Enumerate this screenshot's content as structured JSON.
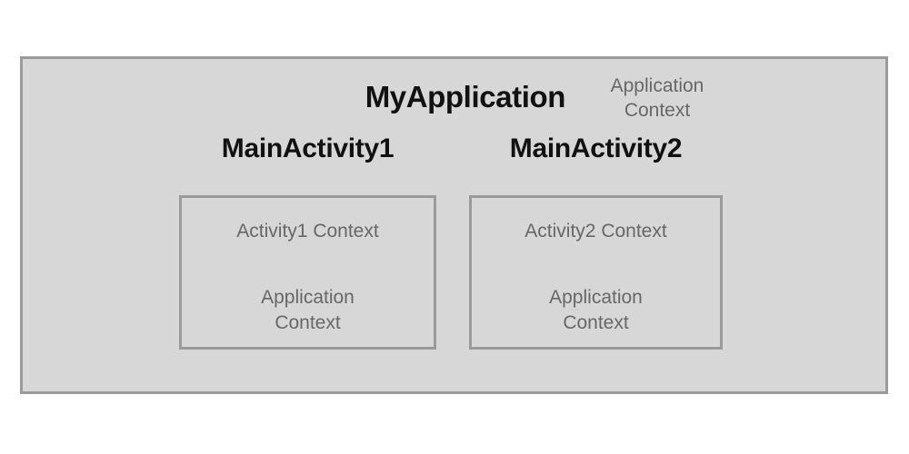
{
  "diagram": {
    "title": "MyApplication",
    "background_color": "#ffffff",
    "box_fill_color": "#d7d7d7",
    "box_border_color": "#9a9a9a",
    "title_text_color": "#111111",
    "label_text_color": "#67676a",
    "application": {
      "name": "MyApplication",
      "context_label_line1": "Application",
      "context_label_line2": "Context"
    },
    "activities": [
      {
        "name": "MainActivity1",
        "context_primary": "Activity1 Context",
        "context_secondary_line1": "Application",
        "context_secondary_line2": "Context"
      },
      {
        "name": "MainActivity2",
        "context_primary": "Activity2 Context",
        "context_secondary_line1": "Application",
        "context_secondary_line2": "Context"
      }
    ]
  }
}
